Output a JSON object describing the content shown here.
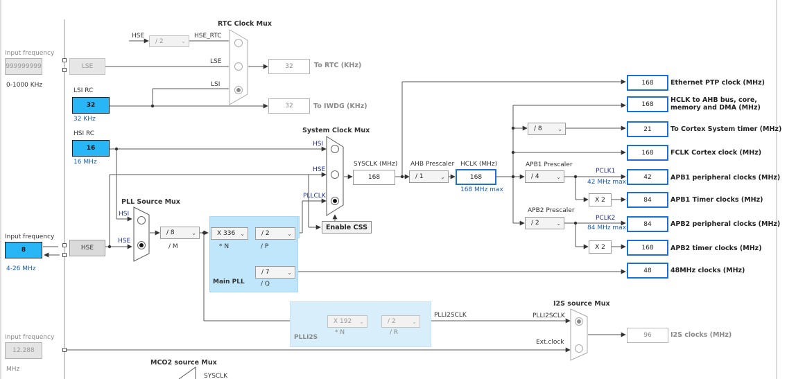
{
  "left_column": {
    "lse_input": {
      "label": "Input frequency",
      "value": "999999999",
      "range": "0-1000 KHz"
    },
    "lse_osc": "LSE",
    "lsi": {
      "label": "LSI RC",
      "value": "32",
      "unit": "32 KHz"
    },
    "hsi": {
      "label": "HSI RC",
      "value": "16",
      "unit": "16 MHz"
    },
    "hse_input": {
      "label": "Input frequency",
      "value": "8",
      "range": "4-26 MHz"
    },
    "hse_osc": "HSE",
    "i2s_ext_input": {
      "label": "Input frequency",
      "value": "12.288",
      "unit": "MHz"
    }
  },
  "rtc": {
    "title": "RTC Clock Mux",
    "hse_in": "HSE",
    "div": "/ 2",
    "hse_rtc": "HSE_RTC",
    "lse_in": "LSE",
    "lsi_in": "LSI",
    "out_value": "32",
    "out_label": "To RTC (KHz)",
    "iwdg_value": "32",
    "iwdg_label": "To IWDG (KHz)"
  },
  "pll_source": {
    "title": "PLL Source Mux",
    "hsi": "HSI",
    "hse": "HSE",
    "m_div": "/ 8",
    "m_label": "/ M"
  },
  "main_pll": {
    "title": "Main PLL",
    "n_mul": "X 336",
    "n_label": "* N",
    "p_div": "/ 2",
    "p_label": "/ P",
    "q_div": "/ 7",
    "q_label": "/ Q"
  },
  "sysclk_mux": {
    "title": "System Clock Mux",
    "hsi": "HSI",
    "hse": "HSE",
    "pllclk": "PLLCLK",
    "enable_css": "Enable CSS",
    "sysclk_label": "SYSCLK (MHz)",
    "sysclk_value": "168"
  },
  "ahb": {
    "label": "AHB Prescaler",
    "div": "/ 1",
    "hclk_label": "HCLK (MHz)",
    "hclk_value": "168",
    "hclk_max": "168 MHz max"
  },
  "apb1": {
    "label": "APB1 Prescaler",
    "div": "/ 4",
    "pclk_label": "PCLK1",
    "pclk_max": "42 MHz max",
    "timer_mul": "X 2"
  },
  "apb2": {
    "label": "APB2 Prescaler",
    "div": "/ 2",
    "pclk_label": "PCLK2",
    "pclk_max": "84 MHz max",
    "timer_mul": "X 2"
  },
  "cortex_div": "/ 8",
  "outputs": [
    {
      "value": "168",
      "label": "Ethernet PTP clock (MHz)"
    },
    {
      "value": "168",
      "label": "HCLK to AHB bus, core,",
      "label2": "memory and DMA (MHz)"
    },
    {
      "value": "21",
      "label": "To Cortex System timer (MHz)"
    },
    {
      "value": "168",
      "label": "FCLK Cortex clock (MHz)"
    },
    {
      "value": "42",
      "label": "APB1 peripheral clocks (MHz)"
    },
    {
      "value": "84",
      "label": "APB1 Timer clocks (MHz)"
    },
    {
      "value": "84",
      "label": "APB2 peripheral clocks (MHz)"
    },
    {
      "value": "168",
      "label": "APB2 timer clocks (MHz)"
    },
    {
      "value": "48",
      "label": "48MHz clocks (MHz)"
    }
  ],
  "plli2s": {
    "title": "PLLI2S",
    "n_mul": "X 192",
    "n_label": "* N",
    "r_div": "/ 2",
    "r_label": "/ R",
    "out_label": "PLLI2SCLK"
  },
  "i2s_mux": {
    "title": "I2S source Mux",
    "plli2sclk": "PLLI2SCLK",
    "ext": "Ext.clock",
    "out_value": "96",
    "out_label": "I2S clocks (MHz)"
  },
  "mco2": {
    "title": "MCO2 source Mux",
    "sysclk": "SYSCLK"
  }
}
